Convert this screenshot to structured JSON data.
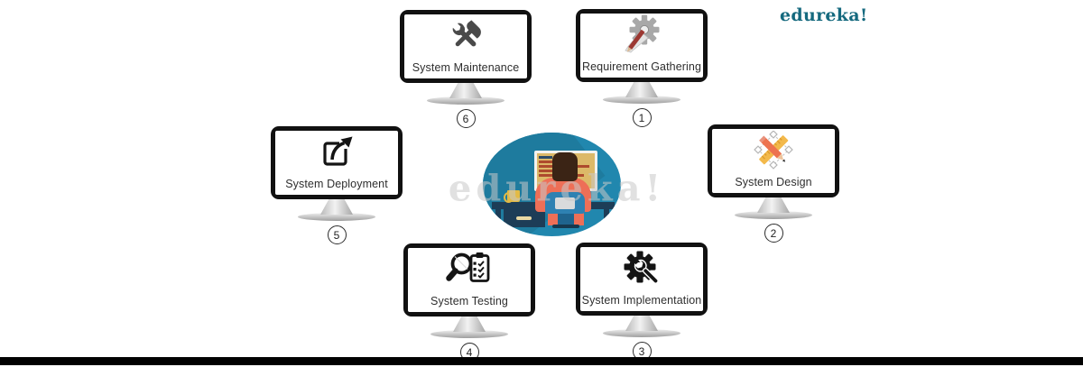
{
  "brand": {
    "logo_text": "edureka!",
    "logo_color": "#15697e"
  },
  "watermark_text": "edureka!",
  "phases": [
    {
      "number": "1",
      "label": "Requirement Gathering",
      "icon": "gear-pencil-icon"
    },
    {
      "number": "2",
      "label": "System Design",
      "icon": "pencil-ruler-icon"
    },
    {
      "number": "3",
      "label": "System Implementation",
      "icon": "gear-wrench-icon"
    },
    {
      "number": "4",
      "label": "System Testing",
      "icon": "magnifier-checklist-icon"
    },
    {
      "number": "5",
      "label": "System Deployment",
      "icon": "deploy-arrow-icon"
    },
    {
      "number": "6",
      "label": "System Maintenance",
      "icon": "wrench-hammer-icon"
    }
  ],
  "center_illustration": {
    "subject": "developer coding at a desk inside a teal circle",
    "colors": {
      "circle": "#2187ae",
      "circle_shade": "#1e7b9e",
      "monitor_screen": "#dcb968",
      "code_line": "#ae4b2d",
      "shirt": "#ee6f57",
      "hair": "#3b2415",
      "desk": "#1d3d57",
      "chair": "#2e81b2",
      "mug": "#e3ba45"
    }
  },
  "footer_bar_color": "#010101"
}
